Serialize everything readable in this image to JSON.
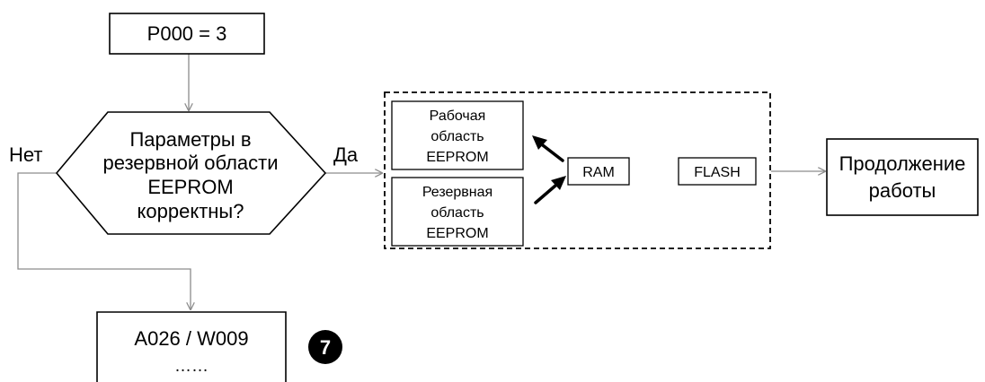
{
  "start_block": {
    "text": "P000 = 3"
  },
  "decision": {
    "lines": [
      "Параметры в",
      "резервной области",
      "EEPROM",
      "корректны?"
    ],
    "no_label": "Нет",
    "yes_label": "Да"
  },
  "memory_group": {
    "work_area": {
      "lines": [
        "Рабочая",
        "область",
        "EEPROM"
      ]
    },
    "reserve_area": {
      "lines": [
        "Резервная",
        "область",
        "EEPROM"
      ]
    },
    "ram": {
      "text": "RAM"
    },
    "flash": {
      "text": "FLASH"
    }
  },
  "continue_block": {
    "lines": [
      "Продолжение",
      "работы"
    ]
  },
  "error_block": {
    "lines": [
      "A026 / W009",
      "……"
    ]
  },
  "step_badge": {
    "text": "7"
  },
  "colors": {
    "lines": "#8c8c8c",
    "outline": "#000000",
    "badge_fill": "#000000",
    "badge_text": "#ffffff"
  }
}
